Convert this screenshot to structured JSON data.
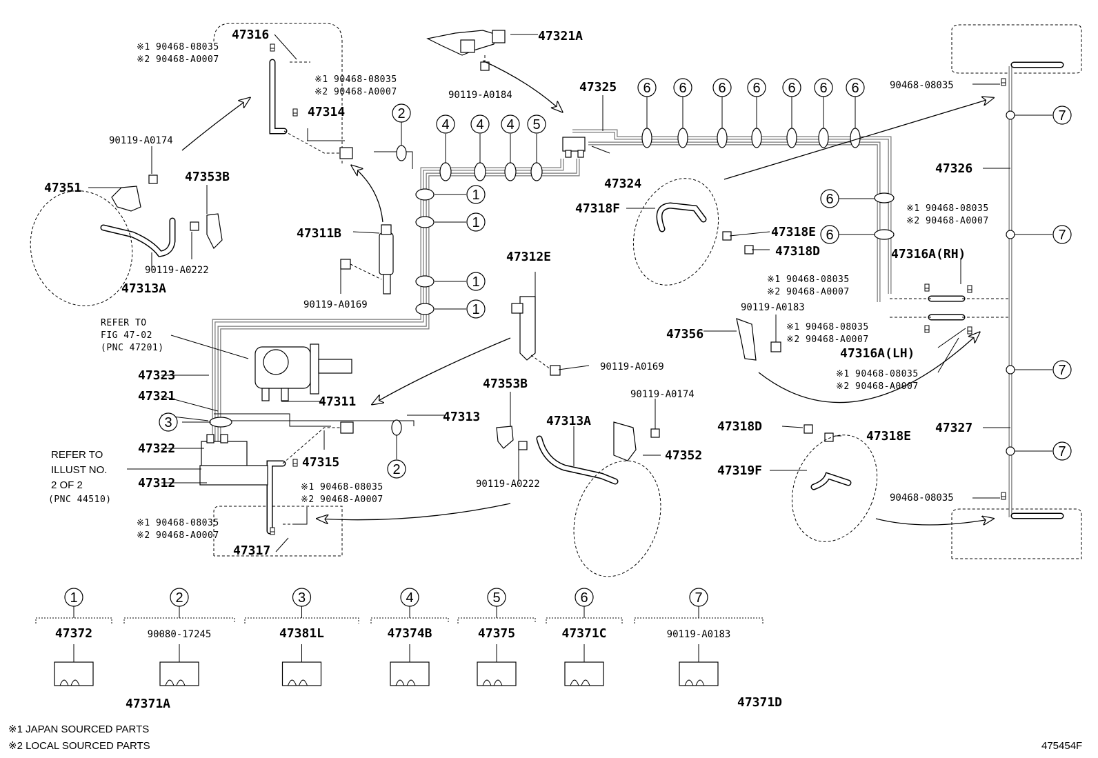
{
  "labels": {
    "p47316": "47316",
    "p47321A": "47321A",
    "p90119_A0184": "90119-A0184",
    "p47325": "47325",
    "p47324": "47324",
    "p90468_top_right": "90468-08035",
    "p47314": "47314",
    "p90119_A0174_top": "90119-A0174",
    "p47351": "47351",
    "p47353B_top": "47353B",
    "p90119_A0222_top": "90119-A0222",
    "p47313A_top": "47313A",
    "p47311B": "47311B",
    "p90119_A0169_left": "90119-A0169",
    "p47318F": "47318F",
    "p47318E_top": "47318E",
    "p47318D_top": "47318D",
    "p47326": "47326",
    "p47316A_RH": "47316A(RH)",
    "p47316A_LH": "47316A(LH)",
    "p90119_A0183_mid": "90119-A0183",
    "p47356": "47356",
    "p47312E": "47312E",
    "p90119_A0169_mid": "90119-A0169",
    "p47323": "47323",
    "p47321": "47321",
    "p47311": "47311",
    "p47313": "47313",
    "p47322": "47322",
    "p47312": "47312",
    "p47315": "47315",
    "p47317": "47317",
    "p47353B_mid": "47353B",
    "p47313A_mid": "47313A",
    "p90119_A0222_mid": "90119-A0222",
    "p90119_A0174_mid": "90119-A0174",
    "p47352": "47352",
    "p47318D_bot": "47318D",
    "p47318E_bot": "47318E",
    "p47319F": "47319F",
    "p47327": "47327",
    "p90468_bot_right": "90468-08035"
  },
  "note_pairs": {
    "n1": {
      "a": "※1 90468-08035",
      "b": "※2 90468-A0007"
    },
    "n2": {
      "a": "※1 90468-08035",
      "b": "※2 90468-A0007"
    },
    "n3": {
      "a": "※1 90468-08035",
      "b": "※2 90468-A0007"
    },
    "n4": {
      "a": "※1 90468-08035",
      "b": "※2 90468-A0007"
    },
    "n5": {
      "a": "※1 90468-08035",
      "b": "※2 90468-A0007"
    },
    "n6": {
      "a": "※1 90468-08035",
      "b": "※2 90468-A0007"
    },
    "n7": {
      "a": "※1 90468-08035",
      "b": "※2 90468-A0007"
    },
    "n8": {
      "a": "※1 90468-08035",
      "b": "※2 90468-A0007"
    }
  },
  "refer_fig": {
    "l1": "REFER TO",
    "l2": "FIG 47-02",
    "l3": "(PNC 47201)"
  },
  "refer_illust": {
    "l1": "REFER TO",
    "l2": "ILLUST NO.",
    "l3": "2 OF 2",
    "l4": "(PNC 44510)"
  },
  "circle_numbers": [
    "1",
    "2",
    "3",
    "4",
    "5",
    "6",
    "7"
  ],
  "legend": [
    {
      "num": "1",
      "part": "47372",
      "extra": ""
    },
    {
      "num": "2",
      "part": "90080-17245",
      "extra": "47371A"
    },
    {
      "num": "3",
      "part": "47381L",
      "extra": ""
    },
    {
      "num": "4",
      "part": "47374B",
      "extra": ""
    },
    {
      "num": "5",
      "part": "47375",
      "extra": ""
    },
    {
      "num": "6",
      "part": "47371C",
      "extra": ""
    },
    {
      "num": "7",
      "part": "90119-A0183",
      "extra": "47371D"
    }
  ],
  "footnotes": {
    "f1": "※1 JAPAN SOURCED PARTS",
    "f2": "※2 LOCAL SOURCED PARTS"
  },
  "illustration_code": "475454F"
}
